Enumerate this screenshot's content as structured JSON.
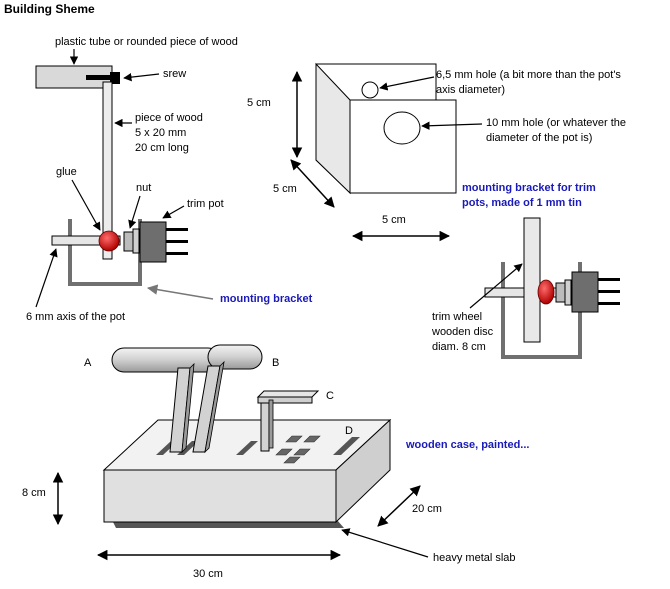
{
  "title": "Building Sheme",
  "colors": {
    "gray": "#d9d9d9",
    "dark": "#6e6e6e",
    "red": "#d11a1a",
    "blue": "#1a1ab8",
    "slab": "#555555"
  },
  "labels": {
    "plastic_tube": "plastic tube or rounded piece of wood",
    "srew": "srew",
    "piece_of_wood_1": "piece of wood",
    "piece_of_wood_2": "5 x 20 mm",
    "piece_of_wood_3": "20 cm long",
    "glue": "glue",
    "nut": "nut",
    "trim_pot": "trim pot",
    "axis_of_pot": "6 mm axis of the pot",
    "mounting_bracket": "mounting bracket",
    "dim_5cm_a": "5 cm",
    "dim_5cm_b": "5 cm",
    "dim_5cm_c": "5 cm",
    "hole_65_1": "6,5 mm hole (a bit more than the pot's",
    "hole_65_2": "axis diameter)",
    "hole_10_1": "10 mm hole (or whatever the",
    "hole_10_2": "diameter of the pot is)",
    "bracket_tin_1": "mounting bracket for trim",
    "bracket_tin_2": "pots, made of 1 mm tin",
    "trim_wheel_1": "trim wheel",
    "trim_wheel_2": "wooden disc",
    "trim_wheel_3": "diam. 8 cm",
    "lever_a": "A",
    "lever_b": "B",
    "lever_c": "C",
    "lever_d": "D",
    "wooden_case": "wooden case, painted...",
    "dim_8cm": "8 cm",
    "dim_20cm": "20 cm",
    "dim_30cm": "30 cm",
    "heavy_slab": "heavy metal slab"
  }
}
